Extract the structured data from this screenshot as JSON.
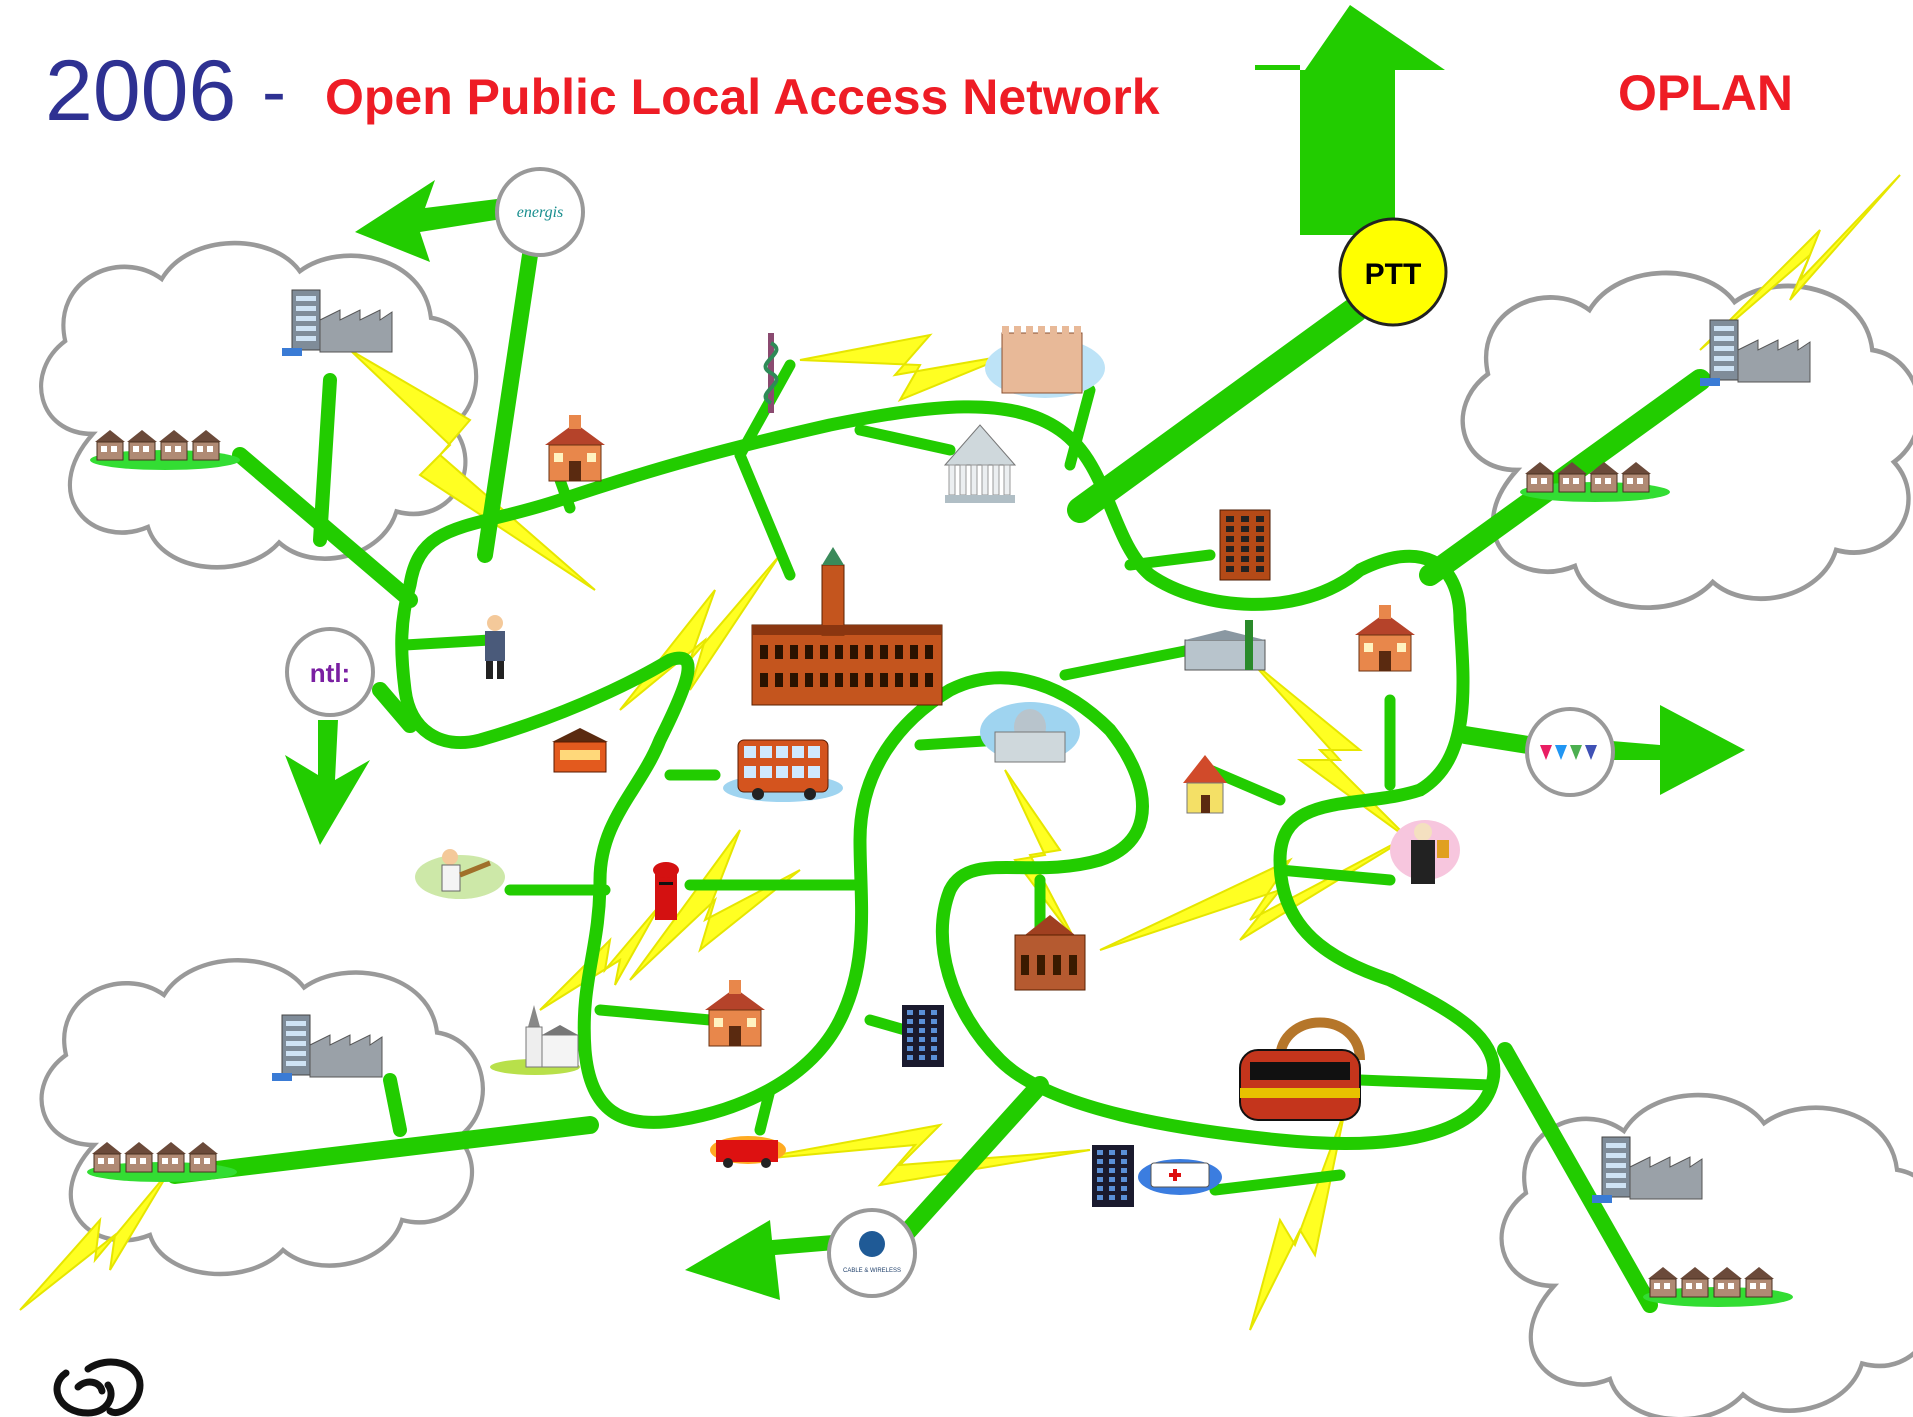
{
  "title": {
    "year": "2006",
    "dash": "-",
    "main": "Open Public Local Access Network",
    "brand": "OPLAN"
  },
  "operators": {
    "ptt": "PTT",
    "energis": "energis",
    "ntl": "ntl:",
    "cable_wireless": "CABLE & WIRELESS"
  },
  "colors": {
    "network": "#22cc00",
    "arrow": "#22cc00",
    "wireless": "#ffff22",
    "ptt_fill": "#ffff00",
    "title_year": "#2e3192",
    "title_main": "#ee1c25"
  },
  "icons": [
    "factory-icon",
    "houses-icon",
    "school-icon",
    "town-hall-icon",
    "bus-icon",
    "post-box-icon",
    "church-icon",
    "office-tower-icon",
    "fire-engine-icon",
    "ambulance-icon",
    "train-icon",
    "policeman-icon",
    "cricketer-icon",
    "museum-icon",
    "castle-icon",
    "cottage-icon",
    "judge-icon",
    "pharmacy-icon",
    "library-icon",
    "warehouse-icon",
    "capitol-icon",
    "cathedral-icon"
  ]
}
